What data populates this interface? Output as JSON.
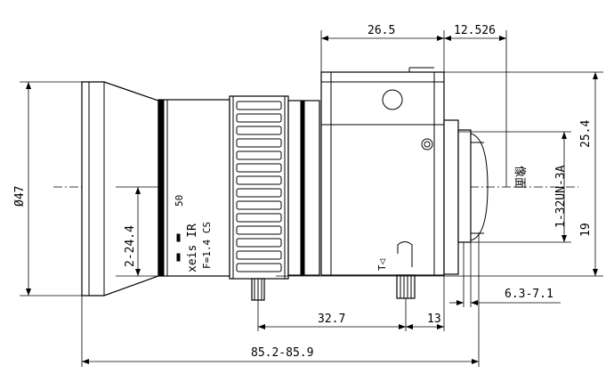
{
  "drawing": {
    "dims": {
      "top_26_5": "26.5",
      "top_12_526": "12.526",
      "right_25_4": "25.4",
      "right_19": "19",
      "left_dia_47": "Ø47",
      "left_2_24_4": "2-24.4",
      "bottom_32_7": "32.7",
      "bottom_13": "13",
      "bottom_6_3_7_1": "6.3-7.1",
      "bottom_total": "85.2-85.9"
    },
    "labels": {
      "thread": "1-32UN-3A",
      "image_plane": "像面",
      "brand": "xeis IR",
      "spec": "F=1.4 CS",
      "focal_mark": "50",
      "lock_mark": "T◁"
    }
  }
}
